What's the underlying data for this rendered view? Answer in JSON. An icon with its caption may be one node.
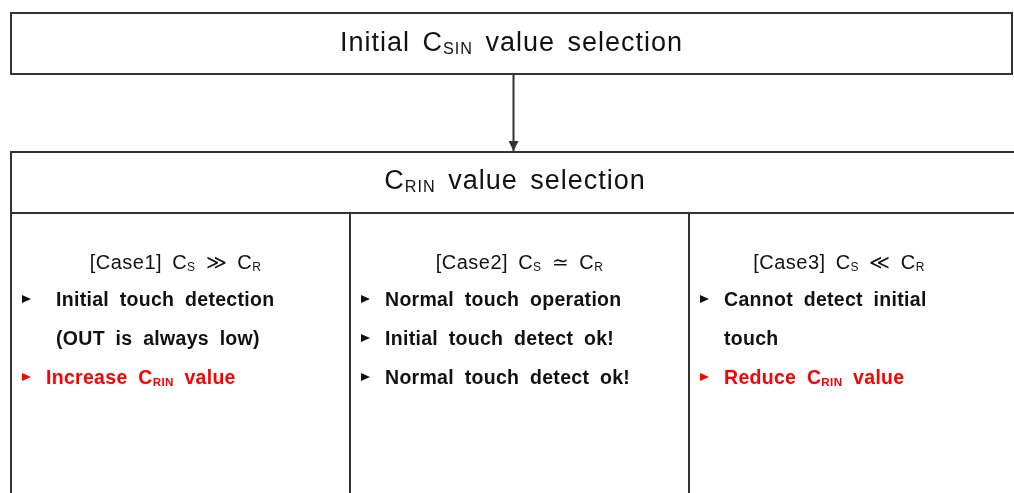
{
  "diagram": {
    "nodes": [
      {
        "text": [
          "Initial C$_{SIN}$ value selection"
        ]
      },
      {
        "text": [
          "C$_{RIN}$ value selection"
        ]
      },
      {
        "text": [
          "[Case1] C$_{S}$ ≫ C$_{R}$",
          "Initial touch detection (OUT is always low)",
          "Increase C$_{RIN}$ value"
        ],
        "in": 1
      },
      {
        "text": [
          "[Case2] C$_{S}$ ≃ C$_{R}$",
          "Normal touch operation",
          "Initial touch detect ok!",
          "Normal touch detect ok!"
        ],
        "in": 1
      },
      {
        "text": [
          "[Case3] C$_{S}$ ≪ C$_{R}$",
          "Cannot detect initial touch",
          "Reduce C$_{RIN}$ value"
        ],
        "in": 1
      }
    ],
    "edges": [
      {
        "from": 0,
        "to": 1,
        "arrow": "to"
      }
    ]
  }
}
